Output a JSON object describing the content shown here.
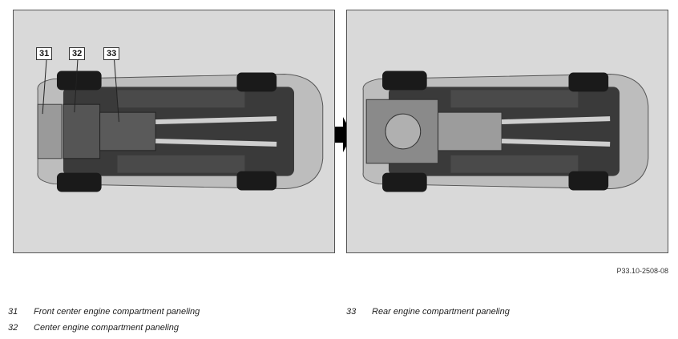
{
  "callouts": [
    "31",
    "32",
    "33"
  ],
  "figure_id": "P33.10-2508-08",
  "legend": [
    {
      "num": "31",
      "text": "Front center engine compartment paneling"
    },
    {
      "num": "32",
      "text": "Center engine compartment paneling"
    },
    {
      "num": "33",
      "text": "Rear engine compartment paneling"
    }
  ],
  "colors": {
    "panel_bg": "#d9d9d9",
    "car_body": "#bdbdbd",
    "underbody_dark": "#3a3a3a",
    "tire": "#1a1a1a",
    "arrow": "#000000"
  }
}
